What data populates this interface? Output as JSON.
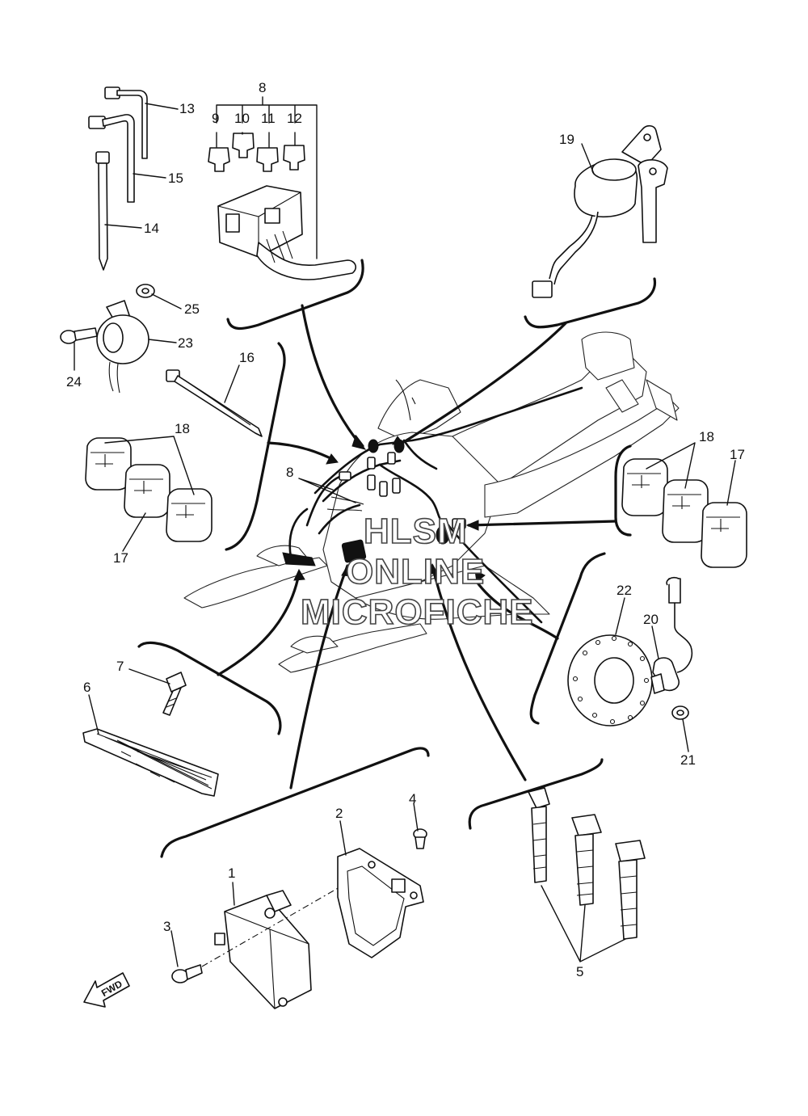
{
  "callouts": {
    "c1": "1",
    "c2": "2",
    "c3": "3",
    "c4": "4",
    "c5": "5",
    "c6": "6",
    "c7": "7",
    "c8_top": "8",
    "c8_mid": "8",
    "c9": "9",
    "c10": "10",
    "c11": "11",
    "c12": "12",
    "c13": "13",
    "c14": "14",
    "c15": "15",
    "c16": "16",
    "c17_left": "17",
    "c17_right": "17",
    "c18_left": "18",
    "c18_right": "18",
    "c19": "19",
    "c20": "20",
    "c21": "21",
    "c22": "22",
    "c23": "23",
    "c24": "24",
    "c25": "25"
  },
  "watermark": {
    "line1": "HLSM",
    "line2": "ONLINE",
    "line3": "MICROFICHE"
  },
  "fwd_label": "FWD"
}
